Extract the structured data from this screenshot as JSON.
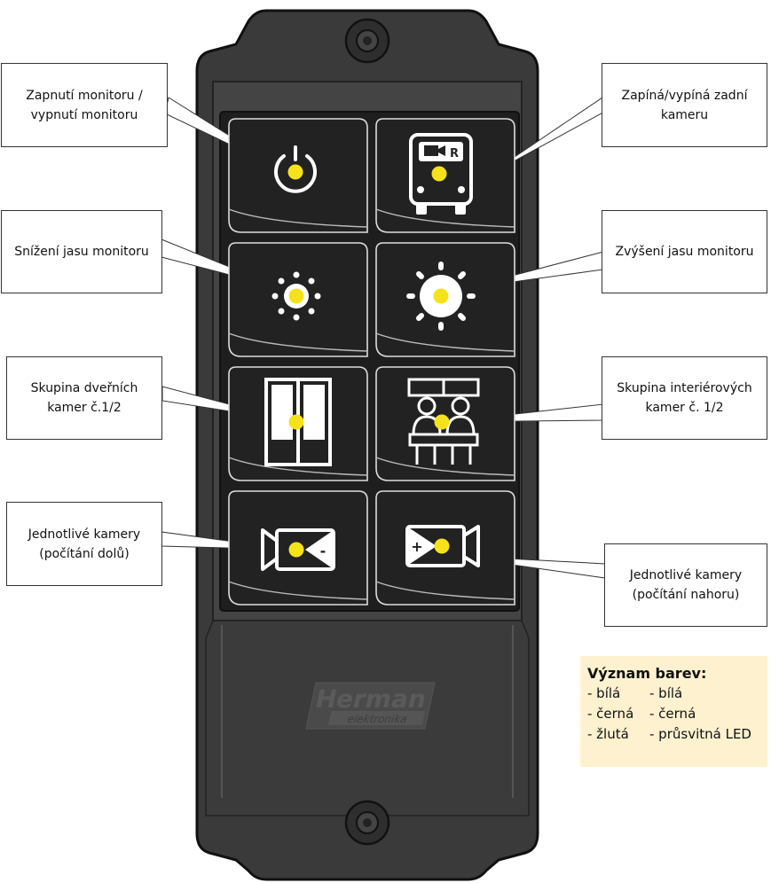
{
  "device": {
    "brand": "Herman",
    "brand_sub": "elektronika"
  },
  "buttons": [
    {
      "name": "power",
      "icon": "power-icon"
    },
    {
      "name": "rear-camera",
      "icon": "bus-rear-camera-icon",
      "badge": "R"
    },
    {
      "name": "brightness-down",
      "icon": "sun-small-icon"
    },
    {
      "name": "brightness-up",
      "icon": "sun-large-icon"
    },
    {
      "name": "door-cameras",
      "icon": "door-icon"
    },
    {
      "name": "interior-cameras",
      "icon": "passengers-icon"
    },
    {
      "name": "camera-prev",
      "icon": "camera-minus-icon",
      "sign": "-"
    },
    {
      "name": "camera-next",
      "icon": "camera-plus-icon",
      "sign": "+"
    }
  ],
  "callouts": {
    "power": [
      "Zapnutí monitoru /",
      "vypnutí monitoru"
    ],
    "rear_camera": [
      "Zapíná/vypíná zadní",
      "kameru"
    ],
    "brightness_down": [
      "Snížení jasu monitoru"
    ],
    "brightness_up": [
      "Zvýšení jasu monitoru"
    ],
    "door_cameras": [
      "Skupina dveřních",
      "kamer č.1/2"
    ],
    "interior_cameras": [
      "Skupina interiérových",
      "kamer č. 1/2"
    ],
    "camera_down": [
      "Jednotlivé kamery",
      "(počítání dolů)"
    ],
    "camera_up": [
      "Jednotlivé kamery",
      "(počítání nahoru)"
    ]
  },
  "legend": {
    "title": "Význam barev:",
    "left": [
      "- bílá",
      "- černá",
      "- žlutá"
    ],
    "right": [
      "- bílá",
      "- černá",
      "- průsvitná LED"
    ]
  },
  "colors": {
    "housing": "#3a3a3a",
    "panel": "#1e1e1e",
    "led": "#f6e21a",
    "icon": "#ffffff",
    "legend_bg": "#fdf1cf"
  }
}
